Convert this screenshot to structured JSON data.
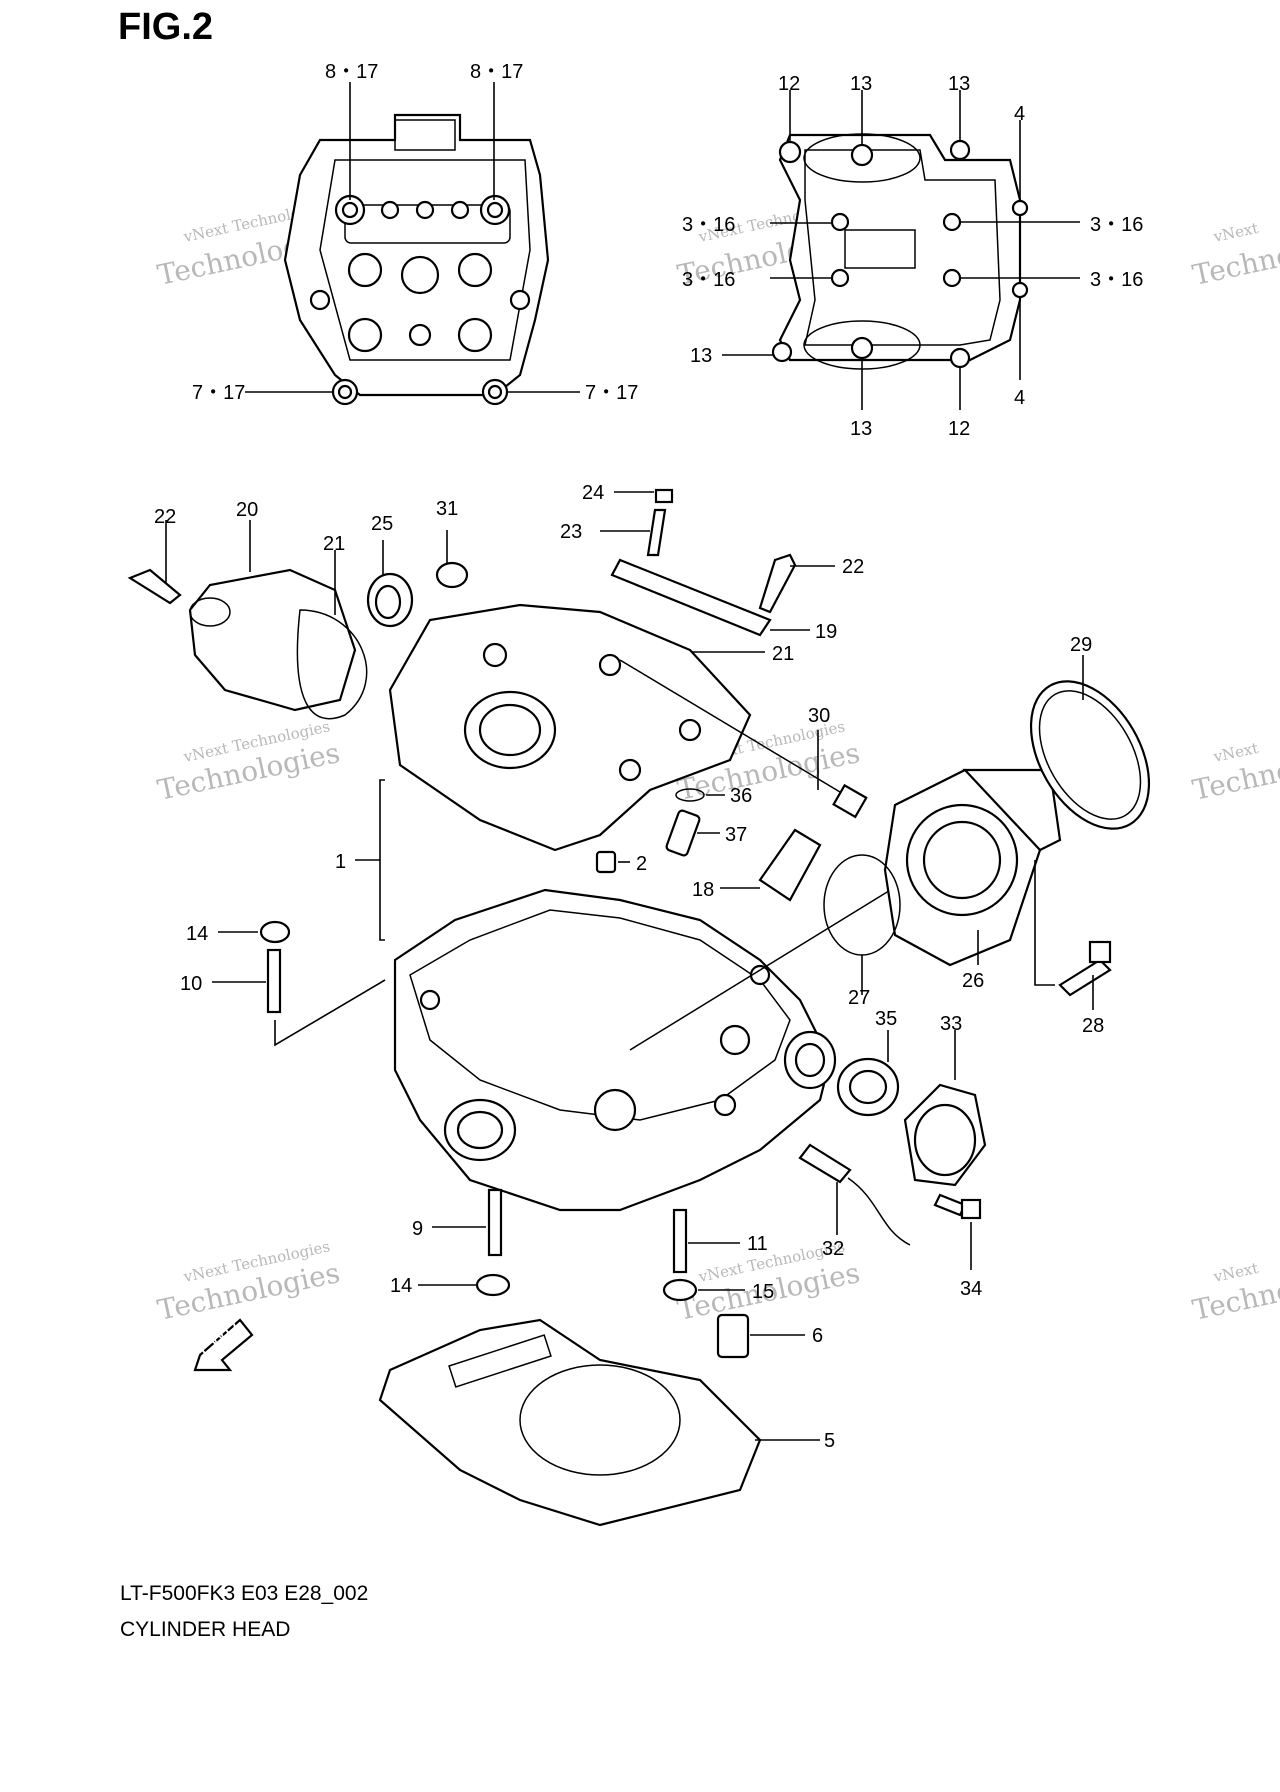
{
  "figure": {
    "title": "FIG.2"
  },
  "caption": {
    "model": "LT-F500FK3 E03 E28_002",
    "name": "CYLINDER HEAD"
  },
  "watermark": {
    "line1": "vNext Technologies",
    "line2": "Technologies",
    "line3": "vNext"
  },
  "callouts": {
    "c1": "1",
    "c2": "2",
    "c5": "5",
    "c6": "6",
    "c9": "9",
    "c10": "10",
    "c11": "11",
    "c12a": "12",
    "c12b": "12",
    "c13a": "13",
    "c13b": "13",
    "c13c": "13",
    "c13d": "13",
    "c14a": "14",
    "c14b": "14",
    "c15": "15",
    "c18": "18",
    "c19": "19",
    "c20": "20",
    "c21a": "21",
    "c21b": "21",
    "c22a": "22",
    "c22b": "22",
    "c23": "23",
    "c24": "24",
    "c25": "25",
    "c26": "26",
    "c27": "27",
    "c28": "28",
    "c29": "29",
    "c30": "30",
    "c31": "31",
    "c32": "32",
    "c33": "33",
    "c34": "34",
    "c35": "35",
    "c36": "36",
    "c37": "37",
    "c4a": "4",
    "c4b": "4",
    "c316a": "3・16",
    "c316b": "3・16",
    "c316c": "3・16",
    "c316d": "3・16",
    "c817a": "8・17",
    "c817b": "8・17",
    "c717a": "7・17",
    "c717b": "7・17"
  },
  "fwd_label": "FWD"
}
